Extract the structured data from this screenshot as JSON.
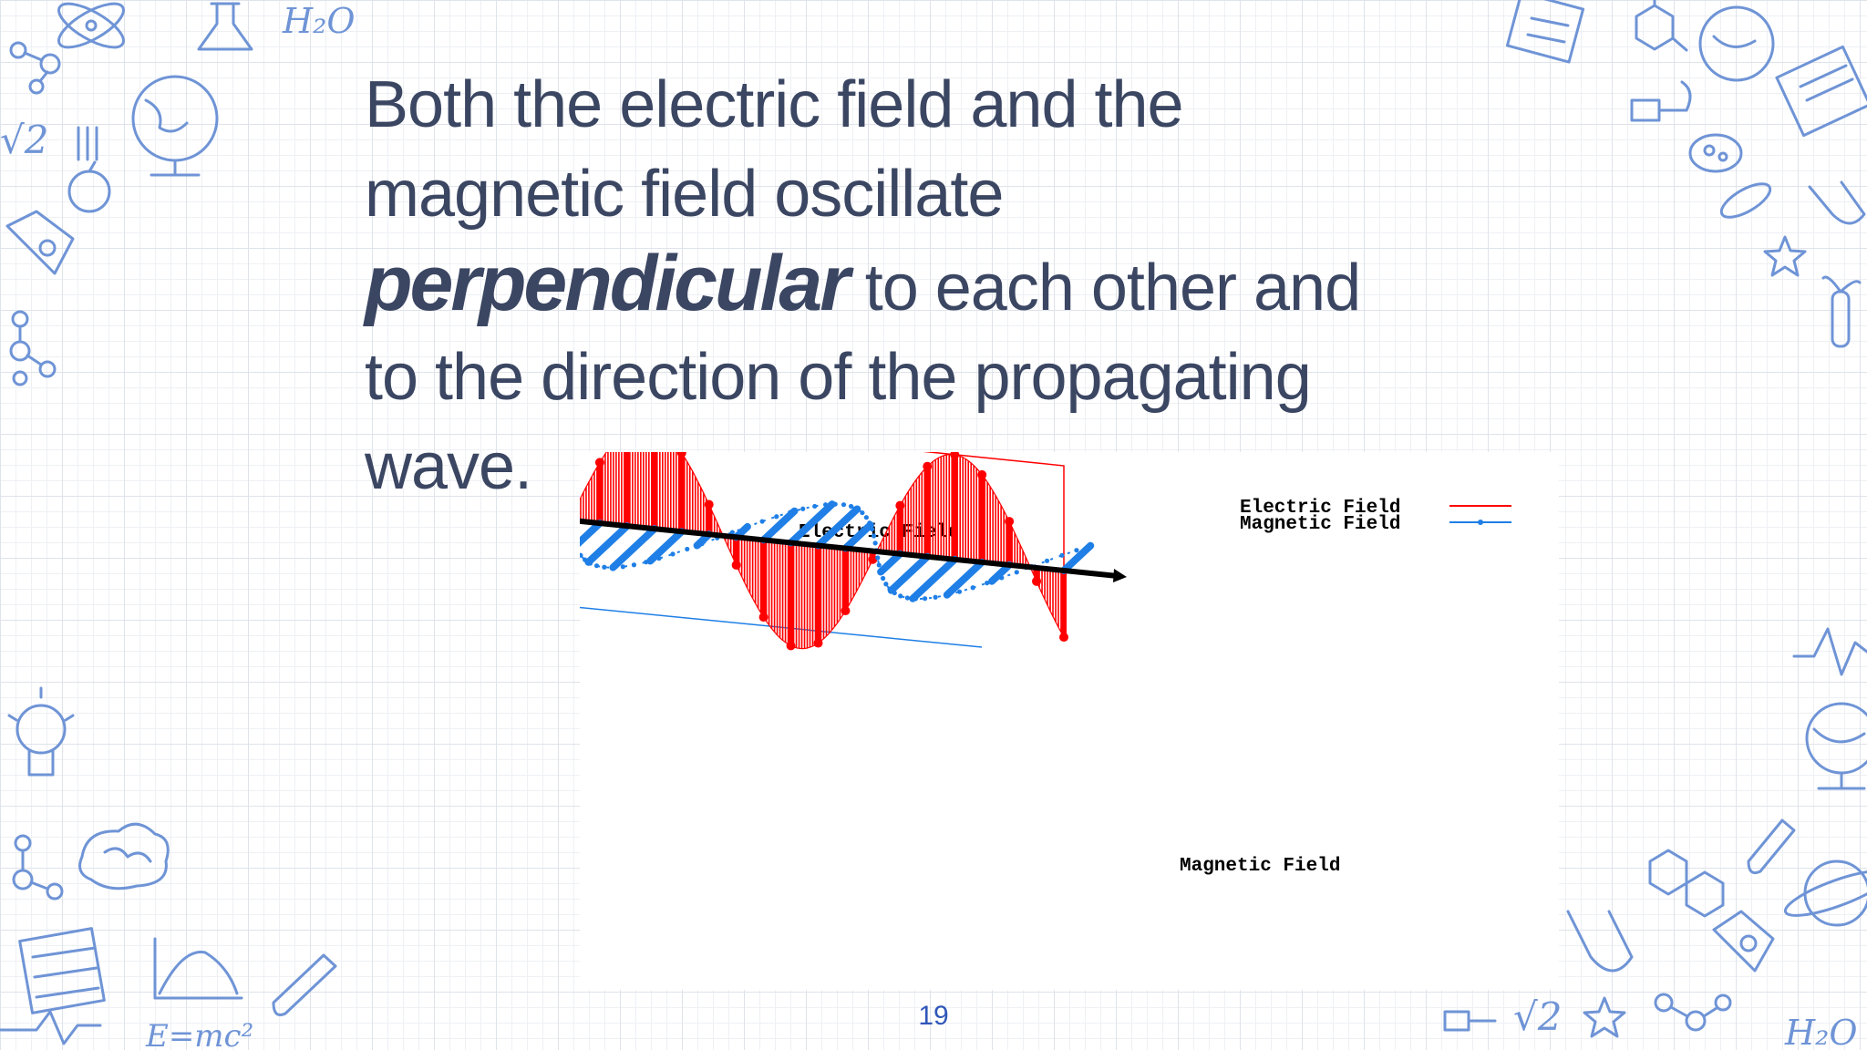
{
  "slide": {
    "text_lines": {
      "line1": " Both the electric field and the",
      "line2": "magnetic field oscillate",
      "emphasis": "perpendicular",
      "line3_rest": " to each other and",
      "line4": "to the direction of the propagating",
      "line5": "wave."
    },
    "page_number": "19"
  },
  "figure": {
    "legend": {
      "electric": "Electric Field",
      "magnetic": "Magnetic Field"
    },
    "label_electric": "Electric Field",
    "label_magnetic": "Magnetic Field",
    "colors": {
      "electric": "#ff0000",
      "magnetic": "#1f7fe6",
      "axis": "#000000"
    }
  },
  "background": {
    "doodle_color": "#6f94d6",
    "grid_color": "#dfe3ea",
    "doodle_texts": {
      "h2o_top": "H₂O",
      "sqrt2_left": "√2",
      "emc2": "E=mc²",
      "sqrt2_bottom": "√2",
      "h2o_bottom": "H₂O"
    }
  }
}
